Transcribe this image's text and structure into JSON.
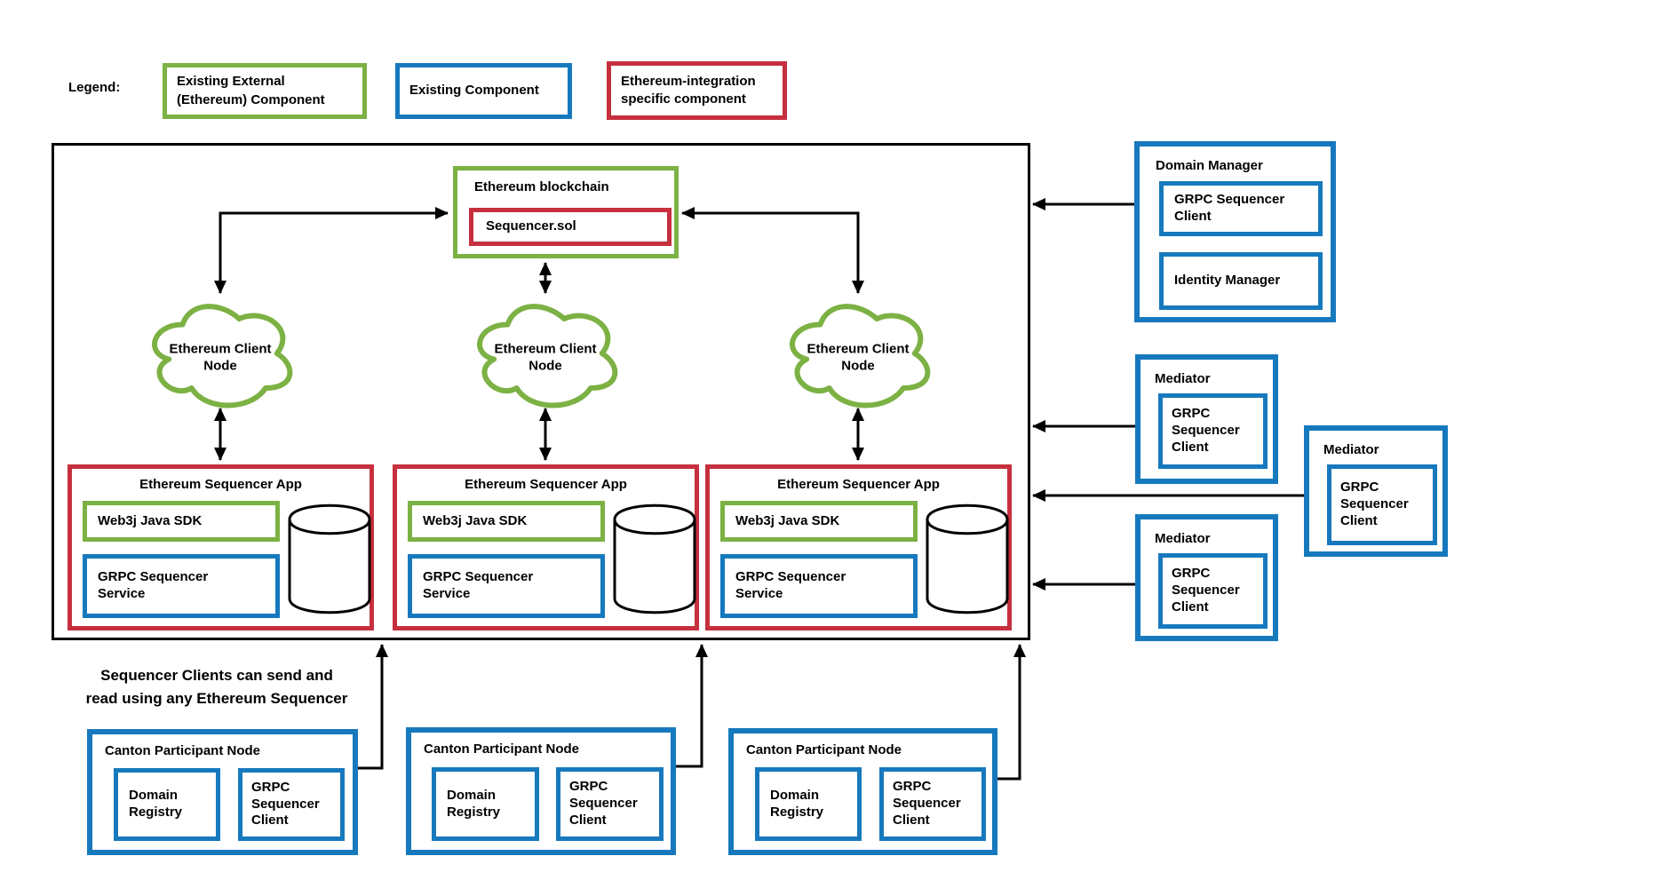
{
  "colors": {
    "green": "#7CB144",
    "blue": "#1779BD",
    "red": "#C6303E",
    "line": "#000000"
  },
  "legend": {
    "label": "Legend:",
    "items": [
      {
        "text": "Existing External\n(Ethereum) Component",
        "color": "green"
      },
      {
        "text": "Existing Component",
        "color": "blue"
      },
      {
        "text": "Ethereum-integration\nspecific component",
        "color": "red"
      }
    ]
  },
  "blockchain": {
    "title": "Ethereum blockchain",
    "contract": "Sequencer.sol"
  },
  "clouds": [
    {
      "label": "Ethereum Client\nNode"
    },
    {
      "label": "Ethereum Client\nNode"
    },
    {
      "label": "Ethereum Client\nNode"
    }
  ],
  "apps": [
    {
      "title": "Ethereum Sequencer App",
      "sdk": "Web3j Java SDK",
      "service": "GRPC Sequencer\nService"
    },
    {
      "title": "Ethereum Sequencer App",
      "sdk": "Web3j Java SDK",
      "service": "GRPC Sequencer\nService"
    },
    {
      "title": "Ethereum Sequencer App",
      "sdk": "Web3j Java SDK",
      "service": "GRPC Sequencer\nService"
    }
  ],
  "domain_manager": {
    "title": "Domain Manager",
    "client": "GRPC Sequencer\nClient",
    "identity": "Identity Manager"
  },
  "mediators": [
    {
      "title": "Mediator",
      "client": "GRPC\nSequencer\nClient"
    },
    {
      "title": "Mediator",
      "client": "GRPC\nSequencer\nClient"
    },
    {
      "title": "Mediator",
      "client": "GRPC\nSequencer\nClient"
    }
  ],
  "canton_nodes": [
    {
      "title": "Canton Participant Node",
      "registry": "Domain\nRegistry",
      "client": "GRPC\nSequencer\nClient"
    },
    {
      "title": "Canton Participant Node",
      "registry": "Domain\nRegistry",
      "client": "GRPC\nSequencer\nClient"
    },
    {
      "title": "Canton Participant Node",
      "registry": "Domain\nRegistry",
      "client": "GRPC\nSequencer\nClient"
    }
  ],
  "note": "Sequencer Clients can send and\nread using any Ethereum Sequencer"
}
